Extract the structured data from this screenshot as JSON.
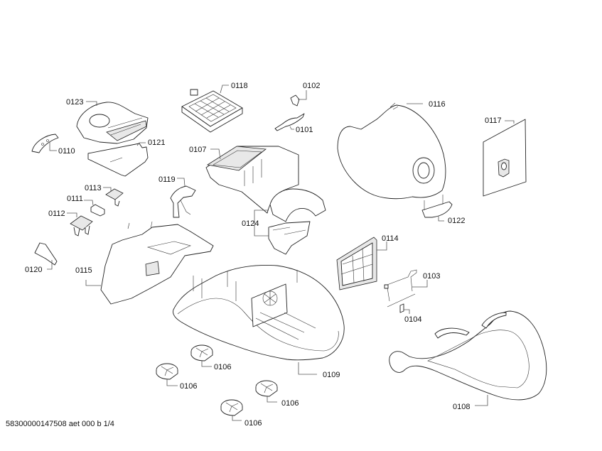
{
  "diagram": {
    "type": "exploded-parts-view",
    "footer": "58300000147508 aet 000 b 1/4",
    "callouts": {
      "c0101": "0101",
      "c0102": "0102",
      "c0103": "0103",
      "c0104": "0104",
      "c0106a": "0106",
      "c0106b": "0106",
      "c0106c": "0106",
      "c0106d": "0106",
      "c0107": "0107",
      "c0108": "0108",
      "c0109": "0109",
      "c0110": "0110",
      "c0111": "0111",
      "c0112": "0112",
      "c0113": "0113",
      "c0114": "0114",
      "c0115": "0115",
      "c0116": "0116",
      "c0117": "0117",
      "c0118": "0118",
      "c0119": "0119",
      "c0120": "0120",
      "c0121": "0121",
      "c0122": "0122",
      "c0123": "0123",
      "c0124": "0124"
    }
  }
}
